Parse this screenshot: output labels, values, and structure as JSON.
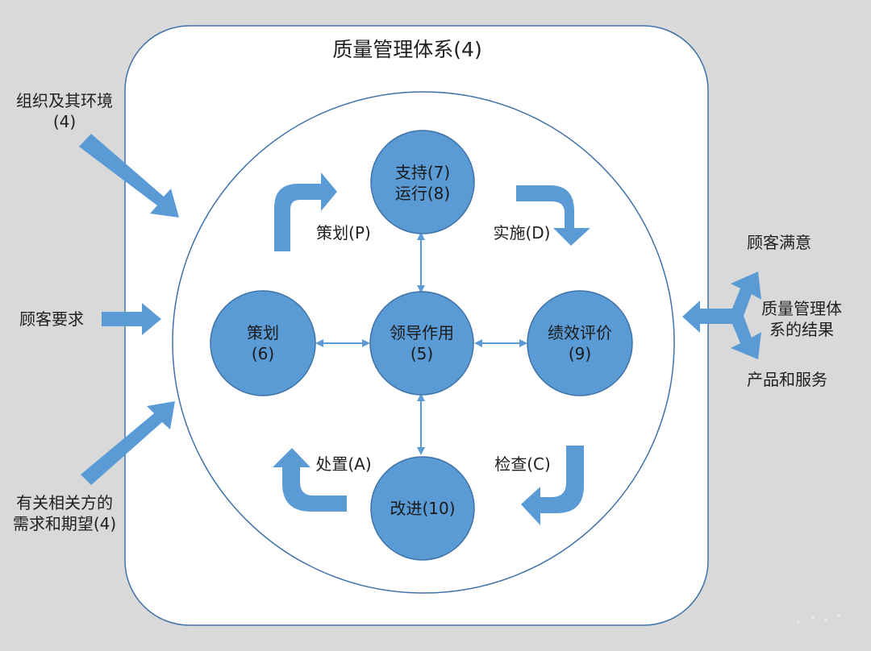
{
  "title": "质量管理体系(4)",
  "inputs": {
    "org_env_line1": "组织及其环境",
    "org_env_line2": "(4)",
    "customer_req": "顾客要求",
    "stakeholder_line1": "有关相关方的",
    "stakeholder_line2": "需求和期望(4)"
  },
  "outputs": {
    "satisfaction": "顾客满意",
    "result_line1": "质量管理体",
    "result_line2": "系的结果",
    "products": "产品和服务"
  },
  "nodes": {
    "support_line1": "支持(7)",
    "support_line2": "运行(8)",
    "planning_line1": "策划",
    "planning_line2": "(6)",
    "leadership_line1": "领导作用",
    "leadership_line2": "(5)",
    "performance_line1": "绩效评价",
    "performance_line2": "(9)",
    "improvement": "改进(10)"
  },
  "cycle": {
    "plan": "策划(P)",
    "do": "实施(D)",
    "check": "检查(C)",
    "act": "处置(A)"
  },
  "colors": {
    "background": "#d9d9d9",
    "panel": "#ffffff",
    "outline": "#3f73a8",
    "node_fill": "#5b9bd5",
    "arrow": "#5b9bd5"
  }
}
